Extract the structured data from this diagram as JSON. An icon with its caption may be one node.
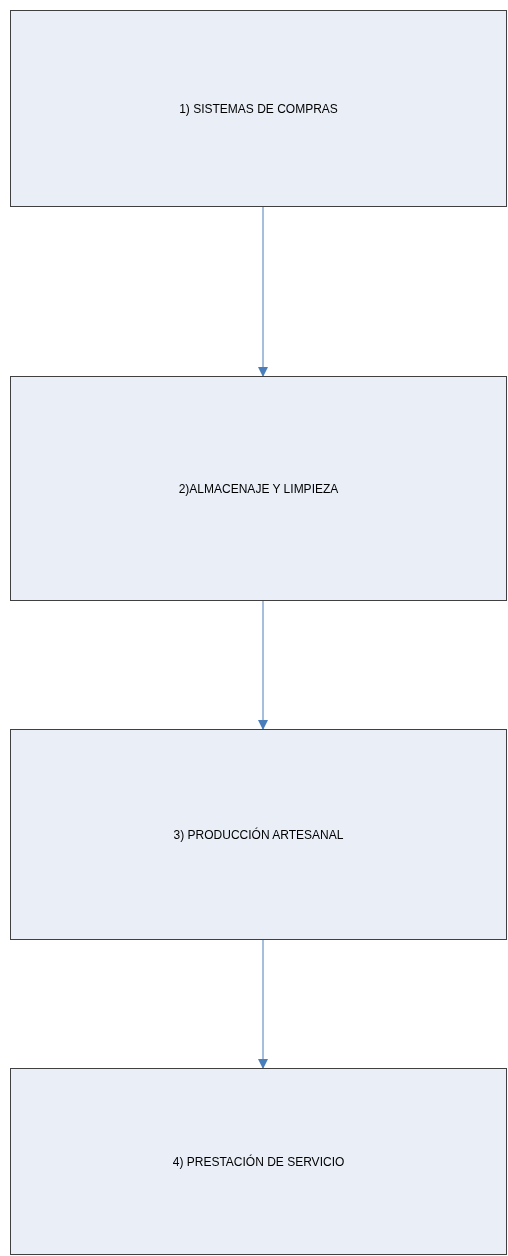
{
  "diagram": {
    "nodes": [
      {
        "text": [
          "1) SISTEMAS DE COMPRAS"
        ]
      },
      {
        "text": [
          "2)ALMACENAJE Y LIMPIEZA"
        ]
      },
      {
        "text": [
          "3) PRODUCCIÓN ARTESANAL"
        ]
      },
      {
        "text": [
          "4) PRESTACIÓN DE SERVICIO"
        ]
      }
    ],
    "edges": [
      {
        "from": 0,
        "to": 1,
        "arrow": "to"
      },
      {
        "from": 1,
        "to": 2,
        "arrow": "to"
      },
      {
        "from": 2,
        "to": 3,
        "arrow": "to"
      }
    ]
  }
}
